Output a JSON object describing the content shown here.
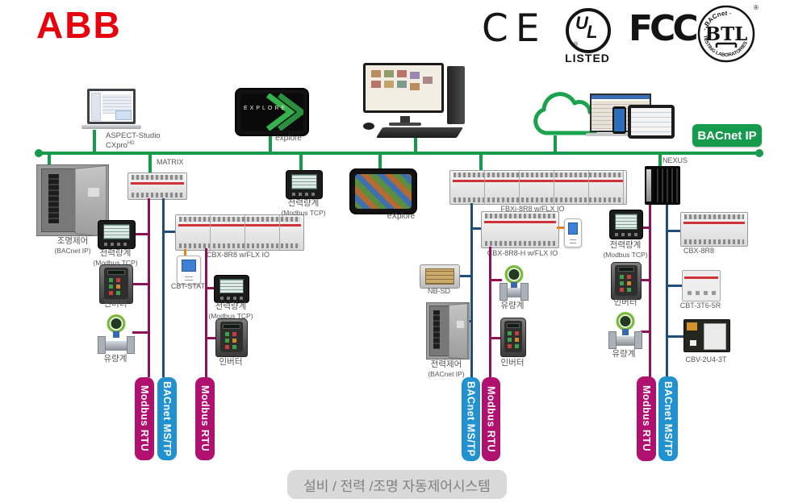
{
  "colors": {
    "green": "#169b4c",
    "maroon": "#8e1356",
    "navy": "#1f4e79",
    "magenta": "#b0106e",
    "blue": "#2191d0",
    "orange": "#e8821e"
  },
  "brand": {
    "name": "ABB"
  },
  "certifications": {
    "ce": "CE",
    "ul": {
      "u": "U",
      "l": "L",
      "reg": "®",
      "listed": "LISTED"
    },
    "fcc": "FCC",
    "btl": {
      "center": "BTL",
      "ring_top": "· BACnet ·",
      "ring_bottom": "TESTING LABORATORIES",
      "reg": "®"
    }
  },
  "bus": {
    "label": "BACnet IP"
  },
  "top": {
    "laptop_label_1": "ASPECT-Studio",
    "laptop_label_2": "CXpro",
    "laptop_label_sup": "HD",
    "tablet_screen": "EXPLORE",
    "tablet_label": "explore"
  },
  "devices": {
    "lighting_panel": {
      "label": "조명제어",
      "sublabel": "(BACnet IP)"
    },
    "matrix": {
      "label": "MATRIX"
    },
    "meter_a": {
      "label": "전력량계",
      "sublabel": "(Modbus TCP)"
    },
    "inverter_a": {
      "label": "인버터"
    },
    "flow_a": {
      "label": "유량계"
    },
    "cbx_8r8_flx": {
      "label": "CBX-8R8 w/FLX IO"
    },
    "cbt_stat": {
      "label": "CBT-STAT"
    },
    "meter_b": {
      "label": "전력량계",
      "sublabel": "(Modbus TCP)"
    },
    "inverter_b": {
      "label": "인버터"
    },
    "meter_bus": {
      "label": "전력량계",
      "sublabel": "(Modbus TCP)"
    },
    "explore_touch": {
      "label": "eXplore"
    },
    "fbxi_8r8_flx": {
      "label": "FBXi-8R8 w/FLX IO"
    },
    "cbx_8r8_h_flx": {
      "label": "CBX-8R8-H w/FLX IO"
    },
    "nb_sd": {
      "label": "NB-SD"
    },
    "power_panel": {
      "label": "전력제어",
      "sublabel": "(BACnet IP)"
    },
    "flow_c": {
      "label": "유량계"
    },
    "inverter_c": {
      "label": "인버터"
    },
    "nexus": {
      "label": "NEXUS"
    },
    "meter_d": {
      "label": "전력량계",
      "sublabel": "(Modbus TCP)"
    },
    "inverter_d": {
      "label": "인버터"
    },
    "flow_d": {
      "label": "유량계"
    },
    "cbx_8r8": {
      "label": "CBX-8R8"
    },
    "cbt_3t6_5r": {
      "label": "CBT-3T6-5R"
    },
    "cbv_2u4_3t": {
      "label": "CBV-2U4-3T"
    }
  },
  "bars": [
    {
      "label": "Modbus RTU"
    },
    {
      "label": "BACnet MS/TP"
    },
    {
      "label": "Modbus RTU"
    },
    {
      "label": "BACnet MS/TP"
    },
    {
      "label": "Modbus RTU"
    },
    {
      "label": "Modbus RTU"
    },
    {
      "label": "BACnet MS/TP"
    }
  ],
  "footer": {
    "caption": "설비 / 전력 /조명 자동제어시스템"
  }
}
